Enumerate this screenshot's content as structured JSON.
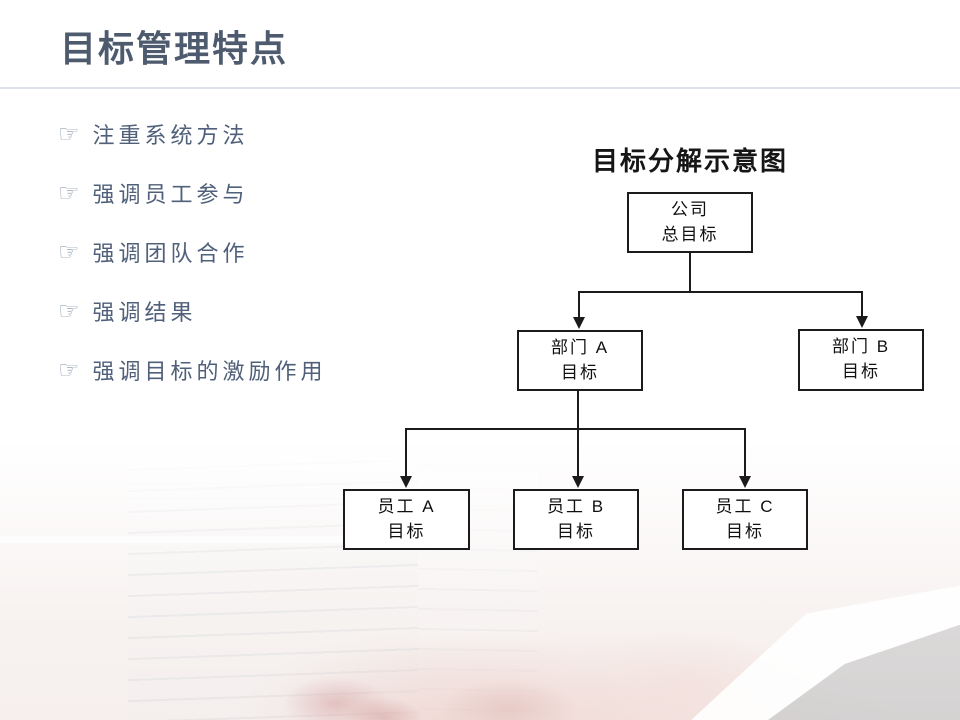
{
  "slide": {
    "title": "目标管理特点",
    "bullet_icon": "☞",
    "bullets": [
      "注重系统方法",
      "强调员工参与",
      "强调团队合作",
      "强调结果",
      "强调目标的激励作用"
    ]
  },
  "diagram": {
    "title": "目标分解示意图",
    "nodes": {
      "company": {
        "line1": "公司",
        "line2": "总目标"
      },
      "dept_a": {
        "line1": "部门 A",
        "line2": "目标"
      },
      "dept_b": {
        "line1": "部门 B",
        "line2": "目标"
      },
      "emp_a": {
        "line1": "员工 A",
        "line2": "目标"
      },
      "emp_b": {
        "line1": "员工 B",
        "line2": "目标"
      },
      "emp_c": {
        "line1": "员工 C",
        "line2": "目标"
      }
    },
    "edges": [
      {
        "from": "company",
        "to": "dept_a"
      },
      {
        "from": "company",
        "to": "dept_b"
      },
      {
        "from": "dept_a",
        "to": "emp_a"
      },
      {
        "from": "dept_a",
        "to": "emp_b"
      },
      {
        "from": "dept_a",
        "to": "emp_c"
      }
    ]
  },
  "colors": {
    "title_text": "#4e5b6e",
    "bullet_text": "#50607a",
    "bullet_icon": "#98a4b3",
    "divider": "#dde2ea",
    "diagram_ink": "#1b1b1b",
    "background": "#ffffff"
  }
}
